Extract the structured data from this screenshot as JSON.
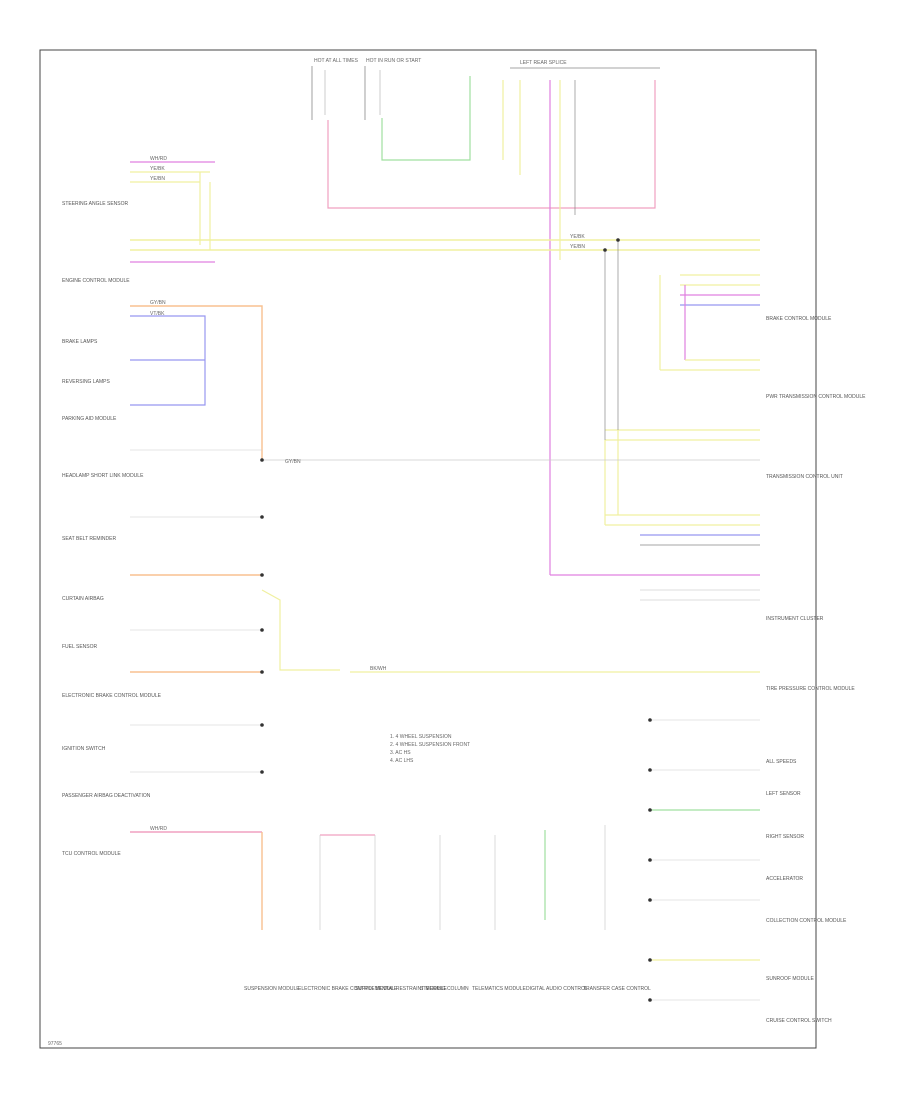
{
  "diagram": {
    "footer_code": "97765",
    "legend": [
      "1. 4 WHEEL SUSPENSION",
      "2. 4 WHEEL SUSPENSION FRONT",
      "3. AC HS",
      "4. AC LHS"
    ],
    "top_sources": [
      {
        "id": "hot-run",
        "label": "HOT AT ALL TIMES"
      },
      {
        "id": "hot-run2",
        "label": "HOT IN RUN OR START"
      },
      {
        "id": "fuse-box",
        "label": "LEFT REAR SPLICE"
      }
    ],
    "left_components": [
      "STEERING ANGLE SENSOR",
      "ENGINE CONTROL MODULE",
      "BRAKE LAMPS",
      "REVERSING LAMPS",
      "PARKING AID MODULE",
      "HEADLAMP SHORT LINK MODULE",
      "SEAT BELT REMINDER",
      "CURTAIN AIRBAG",
      "FUEL SENSOR",
      "ELECTRONIC BRAKE CONTROL MODULE",
      "IGNITION SWITCH",
      "PASSENGER AIRBAG DEACTIVATION",
      "TCU CONTROL MODULE"
    ],
    "right_components": [
      "BRAKE CONTROL MODULE",
      "PWR TRANSMISSION CONTROL MODULE",
      "TRANSMISSION CONTROL UNIT",
      "INSTRUMENT CLUSTER",
      "TIRE PRESSURE CONTROL MODULE",
      "ALL SPEEDS",
      "LEFT SENSOR",
      "RIGHT SENSOR",
      "ACCELERATOR",
      "COLLECTION CONTROL MODULE",
      "SUNROOF MODULE",
      "CRUISE CONTROL SWITCH"
    ],
    "bottom_components": [
      "SUSPENSION MODULE",
      "ELECTRONIC BRAKE CONTROL MODULE",
      "SUPPLEMENTAL RESTRAINT MODULE",
      "STEERING COLUMN",
      "TELEMATICS MODULE",
      "DIGITAL AUDIO CONTROL",
      "TRANSFER CASE CONTROL"
    ],
    "wire_labels": [
      "WH/RD",
      "YE/BK",
      "YE/BN",
      "GY/BN",
      "BK/WH",
      "VT/BK"
    ]
  },
  "colors": {
    "pink": "#f0a0c0",
    "yellow": "#f0f0a0",
    "green": "#a0e0a0",
    "orange": "#f8c090",
    "blue": "#9898f0",
    "magenta": "#e080e0",
    "gray": "#888888"
  }
}
